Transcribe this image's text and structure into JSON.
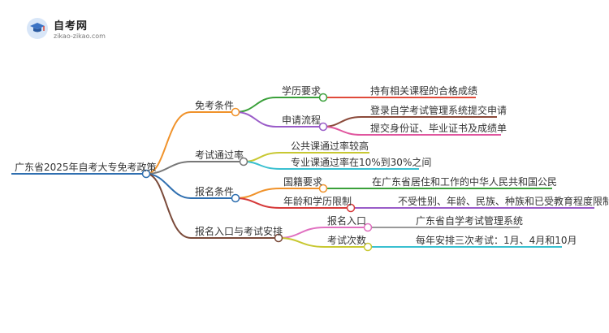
{
  "logo": {
    "title": "自考网",
    "subtitle": "zikao-zikao.com",
    "icon": "graduation-cap-icon"
  },
  "root": "广东省2025年自考大专免考政策",
  "branches": [
    {
      "label": "免考条件",
      "color": "#f0922a",
      "children": [
        {
          "label": "学历要求",
          "color": "#3aa03a",
          "leaves": [
            {
              "label": "持有相关课程的合格成绩",
              "color": "#e04a3a"
            }
          ]
        },
        {
          "label": "申请流程",
          "color": "#9a5cc8",
          "leaves": [
            {
              "label": "登录自学考试管理系统提交申请",
              "color": "#8b4a3a"
            },
            {
              "label": "提交身份证、毕业证书及成绩单",
              "color": "#e0559e"
            }
          ]
        }
      ]
    },
    {
      "label": "考试通过率",
      "color": "#777777",
      "children": [
        {
          "label": "公共课通过率较高",
          "color": "#c8c832",
          "leaves": []
        },
        {
          "label": "专业课通过率在10%到30%之间",
          "color": "#3ac0d0",
          "leaves": []
        }
      ]
    },
    {
      "label": "报名条件",
      "color": "#2f6fb0",
      "children": [
        {
          "label": "国籍要求",
          "color": "#f0922a",
          "leaves": [
            {
              "label": "在广东省居住和工作的中华人民共和国公民",
              "color": "#3aa03a"
            }
          ]
        },
        {
          "label": "年龄和学历限制",
          "color": "#d63a3a",
          "leaves": [
            {
              "label": "不受性别、年龄、民族、种族和已受教育程度限制",
              "color": "#9a5cc8"
            }
          ]
        }
      ]
    },
    {
      "label": "报名入口与考试安排",
      "color": "#7a4a3a",
      "children": [
        {
          "label": "报名入口",
          "color": "#e070c0",
          "leaves": [
            {
              "label": "广东省自学考试管理系统",
              "color": "#999999"
            }
          ]
        },
        {
          "label": "考试次数",
          "color": "#c8c832",
          "leaves": [
            {
              "label": "每年安排三次考试：1月、4月和10月",
              "color": "#3ac0d0"
            }
          ]
        }
      ]
    }
  ]
}
